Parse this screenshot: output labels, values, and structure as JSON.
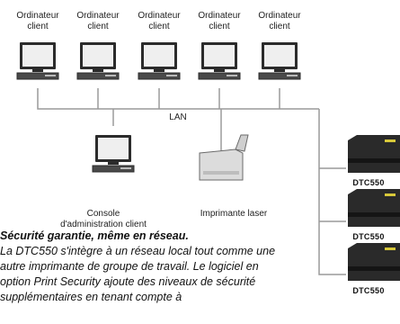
{
  "diagram": {
    "clients": [
      {
        "label": "Ordinateur\nclient"
      },
      {
        "label": "Ordinateur\nclient"
      },
      {
        "label": "Ordinateur\nclient"
      },
      {
        "label": "Ordinateur\nclient"
      },
      {
        "label": "Ordinateur\nclient"
      }
    ],
    "network_label": "LAN",
    "console_label": "Console\nd'administration client",
    "laser_printer_label": "Imprimante laser",
    "printers": [
      {
        "label": "DTC550"
      },
      {
        "label": "DTC550"
      },
      {
        "label": "DTC550"
      }
    ]
  },
  "caption": {
    "title": "Sécurité garantie, même en réseau.",
    "body": "La DTC550 s'intègre à un réseau local tout comme une autre imprimante de groupe de travail. Le logiciel en option Print Security ajoute des niveaux de sécurité supplémentaires en tenant compte à"
  },
  "colors": {
    "line": "#9a9a9a",
    "device_body": "#efefef",
    "device_outline": "#2b2b2b",
    "printer_body": "#2a2a2a",
    "printer_accent": "#d8c83a"
  }
}
